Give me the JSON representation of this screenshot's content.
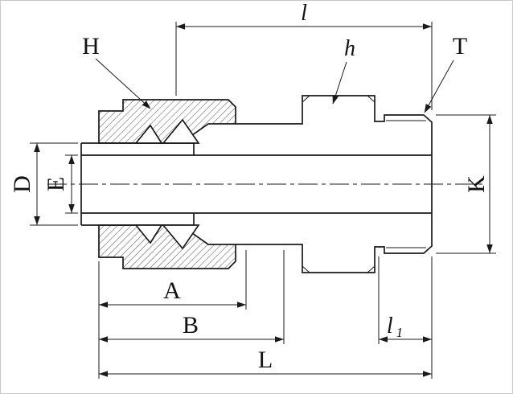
{
  "diagram": {
    "type": "technical-dimension-drawing",
    "subject": "compression tube fitting male connector, cross-section with dimension callouts",
    "labels": {
      "l": "l",
      "H": "H",
      "h": "h",
      "T": "T",
      "K": "K",
      "D": "D",
      "E": "E",
      "A": "A",
      "B": "B",
      "l1_base": "l",
      "l1_sub": "1",
      "L": "L"
    },
    "colors": {
      "line": "#1a1a1a",
      "background": "#ffffff"
    }
  }
}
